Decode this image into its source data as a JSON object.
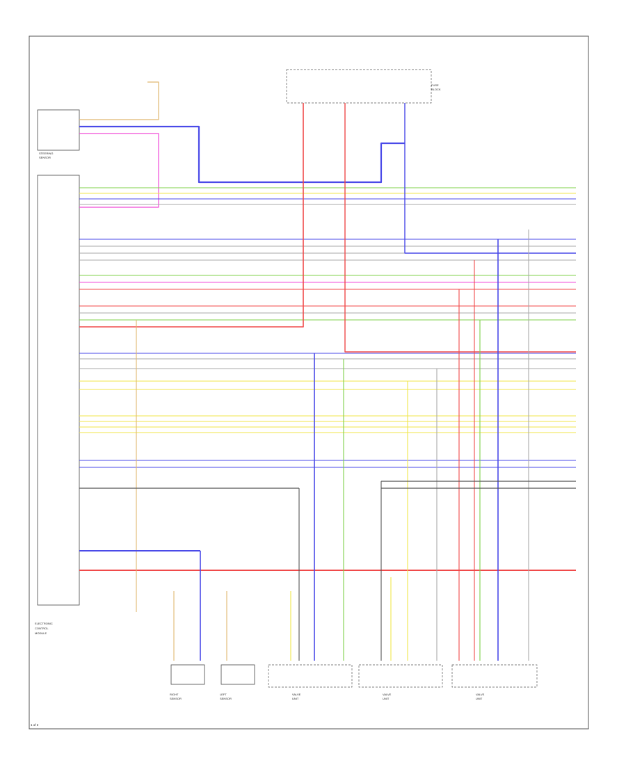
{
  "page_label": "1 of 2",
  "components": {
    "ecm_label": [
      "ELECTRONIC",
      "CONTROL",
      "MODULE"
    ],
    "steering_sensor": [
      "STEERING",
      "SENSOR"
    ],
    "fuse_block": [
      "FUSE",
      "BLOCK"
    ],
    "sensor_left": [
      "LEFT",
      "SENSOR"
    ],
    "sensor_right": [
      "RIGHT",
      "SENSOR"
    ],
    "valve_1": [
      "VALVE",
      "UNIT"
    ],
    "valve_2": [
      "VALVE",
      "UNIT"
    ],
    "valve_3": [
      "VALVE",
      "UNIT"
    ]
  },
  "colors": {
    "blue": "#4a4ae8",
    "red": "#f04a4a",
    "green": "#7fd04a",
    "yellow": "#f0e64a",
    "pink": "#f04ad8",
    "black": "#555555",
    "tan": "#e0b870",
    "grey": "#aaaaaa"
  }
}
